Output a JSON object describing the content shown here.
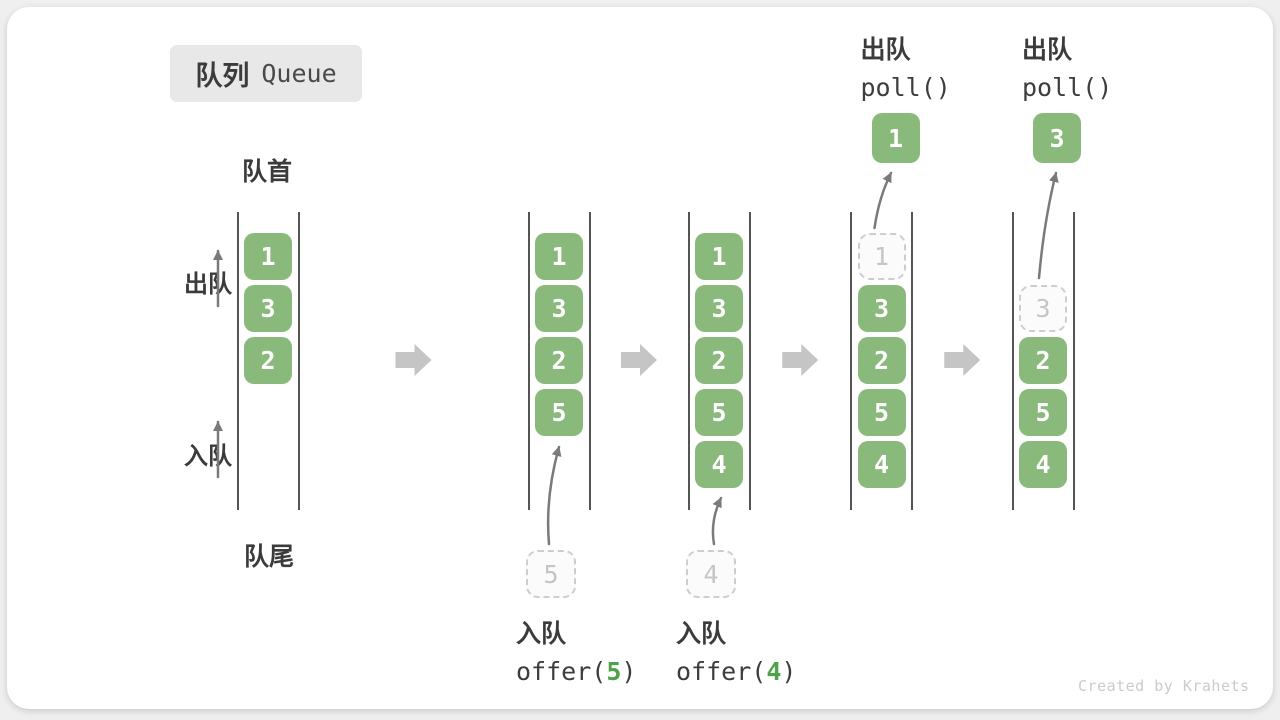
{
  "title": {
    "zh": "队列",
    "en": "Queue"
  },
  "labels": {
    "front": "队首",
    "rear": "队尾",
    "side_dequeue": "出队",
    "side_enqueue": "入队"
  },
  "watermark": "Created by Krahets",
  "colors": {
    "box_green": "#8ab97c",
    "accent_green": "#4ea24a",
    "text_dark": "#3b3b3b",
    "code_dark": "#3d3d3d",
    "wall_gray": "#545454",
    "ghost_border": "#cdcdcd",
    "ghost_text": "#c5c5c5",
    "ghost_fill": "#fbfbfb",
    "block_arrow": "#c5c5c5",
    "thin_arrow": "#7a7a7a",
    "title_bg": "#e8e8e8",
    "title_en": "#4a4a4a",
    "watermark_gray": "#cbcbcb",
    "card_bg": "#ffffff",
    "page_bg": "#efefef"
  },
  "stages": [
    {
      "cells": [
        {
          "slot": 0,
          "value": "1",
          "state": "solid"
        },
        {
          "slot": 1,
          "value": "3",
          "state": "solid"
        },
        {
          "slot": 2,
          "value": "2",
          "state": "solid"
        }
      ]
    },
    {
      "cells": [
        {
          "slot": 0,
          "value": "1",
          "state": "solid"
        },
        {
          "slot": 1,
          "value": "3",
          "state": "solid"
        },
        {
          "slot": 2,
          "value": "2",
          "state": "solid"
        },
        {
          "slot": 3,
          "value": "5",
          "state": "solid"
        }
      ],
      "pending": {
        "value": "5",
        "position": "below"
      },
      "op": {
        "position": "bottom",
        "zh": "入队",
        "code_pre": "offer(",
        "code_arg": "5",
        "code_post": ")"
      }
    },
    {
      "cells": [
        {
          "slot": 0,
          "value": "1",
          "state": "solid"
        },
        {
          "slot": 1,
          "value": "3",
          "state": "solid"
        },
        {
          "slot": 2,
          "value": "2",
          "state": "solid"
        },
        {
          "slot": 3,
          "value": "5",
          "state": "solid"
        },
        {
          "slot": 4,
          "value": "4",
          "state": "solid"
        }
      ],
      "pending": {
        "value": "4",
        "position": "below"
      },
      "op": {
        "position": "bottom",
        "zh": "入队",
        "code_pre": "offer(",
        "code_arg": "4",
        "code_post": ")"
      }
    },
    {
      "cells": [
        {
          "slot": 0,
          "value": "1",
          "state": "ghost"
        },
        {
          "slot": 1,
          "value": "3",
          "state": "solid"
        },
        {
          "slot": 2,
          "value": "2",
          "state": "solid"
        },
        {
          "slot": 3,
          "value": "5",
          "state": "solid"
        },
        {
          "slot": 4,
          "value": "4",
          "state": "solid"
        }
      ],
      "pending": {
        "value": "1",
        "position": "above"
      },
      "op": {
        "position": "top",
        "zh": "出队",
        "code_pre": "poll()",
        "code_arg": "",
        "code_post": ""
      }
    },
    {
      "cells": [
        {
          "slot": 1,
          "value": "3",
          "state": "ghost"
        },
        {
          "slot": 2,
          "value": "2",
          "state": "solid"
        },
        {
          "slot": 3,
          "value": "5",
          "state": "solid"
        },
        {
          "slot": 4,
          "value": "4",
          "state": "solid"
        }
      ],
      "pending": {
        "value": "3",
        "position": "above"
      },
      "op": {
        "position": "top",
        "zh": "出队",
        "code_pre": "poll()",
        "code_arg": "",
        "code_post": ""
      }
    }
  ]
}
